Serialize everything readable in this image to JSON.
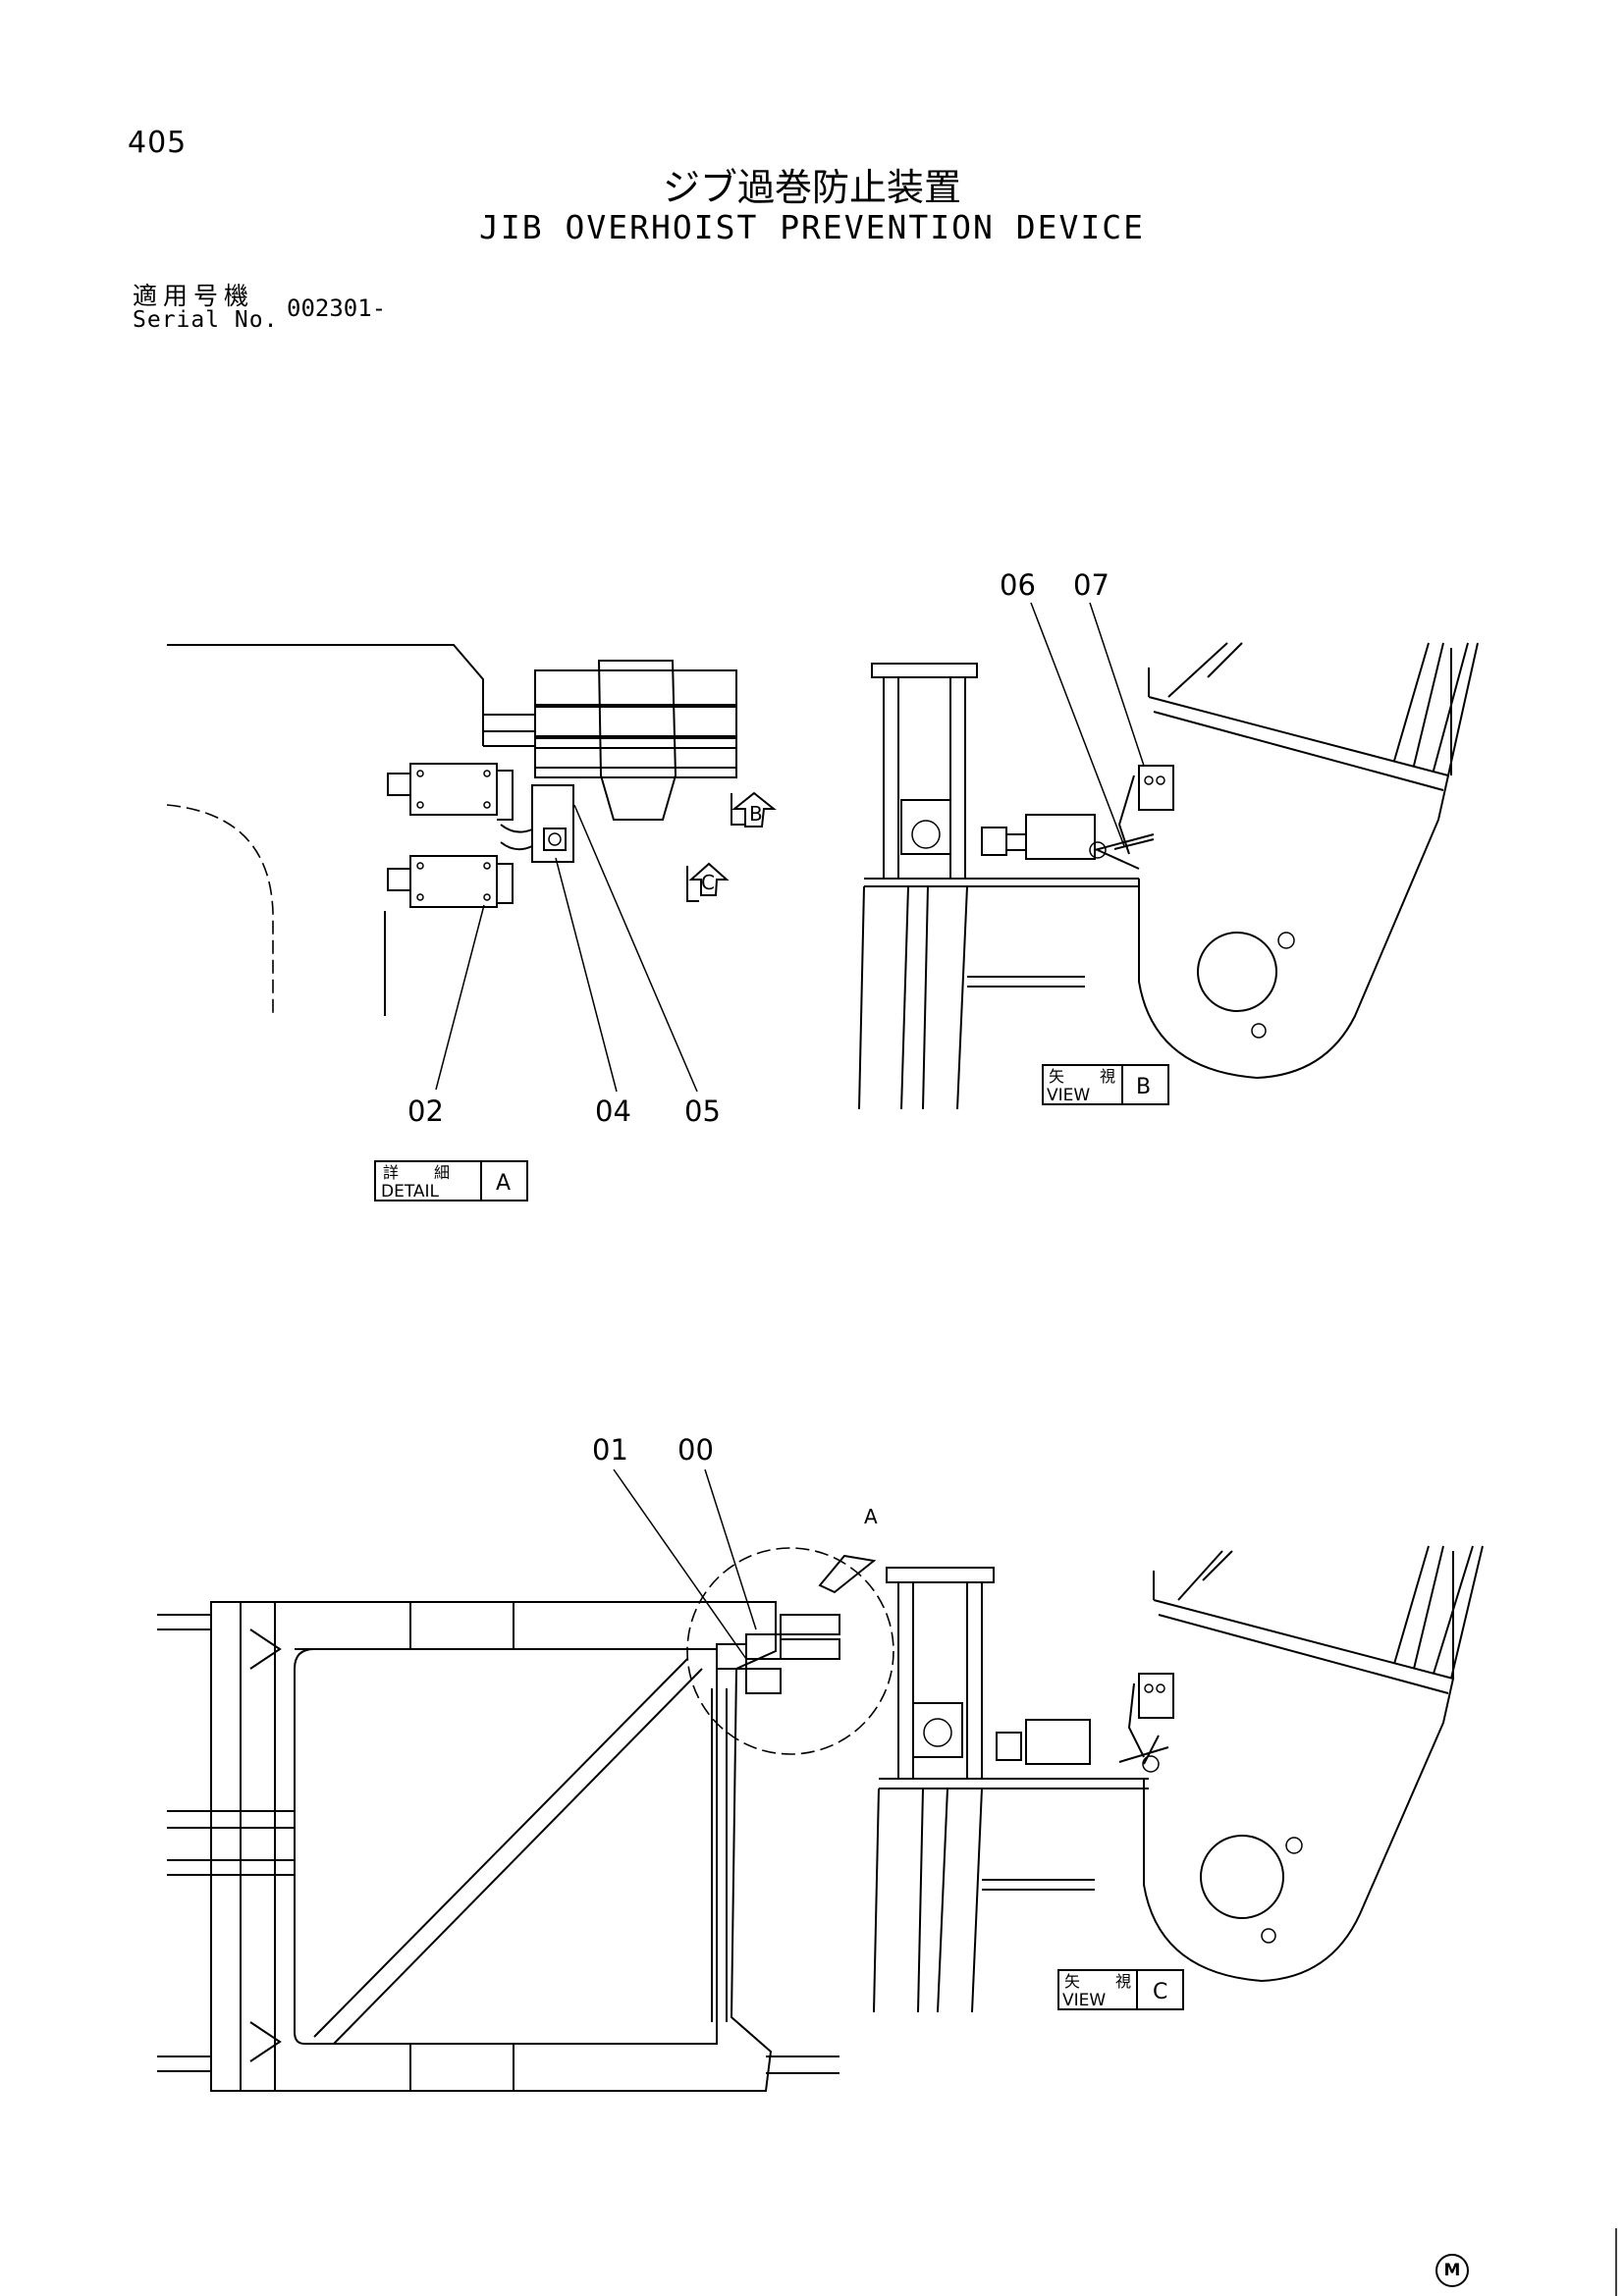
{
  "header": {
    "page_number": "405",
    "title_jp": "ジブ過巻防止装置",
    "title_en": "JIB OVERHOIST PREVENTION DEVICE",
    "serial_label_jp": "適用号機",
    "serial_label_en": "Serial No.",
    "serial_value": "002301-"
  },
  "detail_a": {
    "box_jp": "詳　細",
    "box_en": "DETAIL",
    "box_letter": "A",
    "view_arrow_b": "B",
    "view_arrow_c": "C",
    "callouts": [
      "02",
      "04",
      "05"
    ]
  },
  "view_b": {
    "box_jp": "矢　視",
    "box_en": "VIEW",
    "box_letter": "B",
    "callouts": [
      "06",
      "07"
    ]
  },
  "overall": {
    "callouts": [
      "01",
      "00"
    ],
    "detail_marker": "A"
  },
  "view_c": {
    "box_jp": "矢　視",
    "box_en": "VIEW",
    "box_letter": "C"
  },
  "footer": {
    "mark": "M"
  }
}
